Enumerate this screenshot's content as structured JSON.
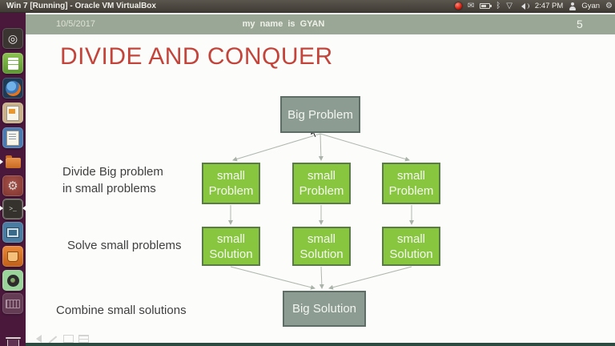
{
  "window": {
    "title": "Win 7 [Running] - Oracle VM VirtualBox"
  },
  "tray": {
    "time": "2:47 PM",
    "user": "Gyan",
    "mail_icon": "✉",
    "bluetooth_icon": "ᛒ",
    "network_icon": "▽",
    "gear_icon": "⚙"
  },
  "launcher": {
    "ubuntu_icon": "◎",
    "terminal_prompt": ">_",
    "items": [
      "Dash Home",
      "LibreOffice Calc",
      "Firefox",
      "LibreOffice Impress",
      "LibreOffice Writer",
      "Files",
      "System Settings",
      "Terminal",
      "VirtualBox Manager",
      "Screen Recorder",
      "recordMyDesktop",
      "Onboard Keyboard",
      "Trash"
    ]
  },
  "slide": {
    "header": {
      "date": "10/5/2017",
      "center": "my name is GYAN",
      "page": "5"
    },
    "title": "DIVIDE AND CONQUER",
    "steps": {
      "divide_line1": "Divide Big problem",
      "divide_line2": "in small problems",
      "solve": "Solve small problems",
      "combine": "Combine small solutions"
    },
    "boxes": {
      "big_problem": "Big Problem",
      "small_problem": {
        "line1": "small",
        "line2": "Problem"
      },
      "small_solution": {
        "line1": "small",
        "line2": "Solution"
      },
      "big_solution": "Big Solution"
    },
    "colors": {
      "title_red": "#c2443a",
      "box_gray": "#8d9c93",
      "box_green": "#88c640",
      "header_band": "#9ba796",
      "bottom_bar": "#2c4a40"
    }
  }
}
